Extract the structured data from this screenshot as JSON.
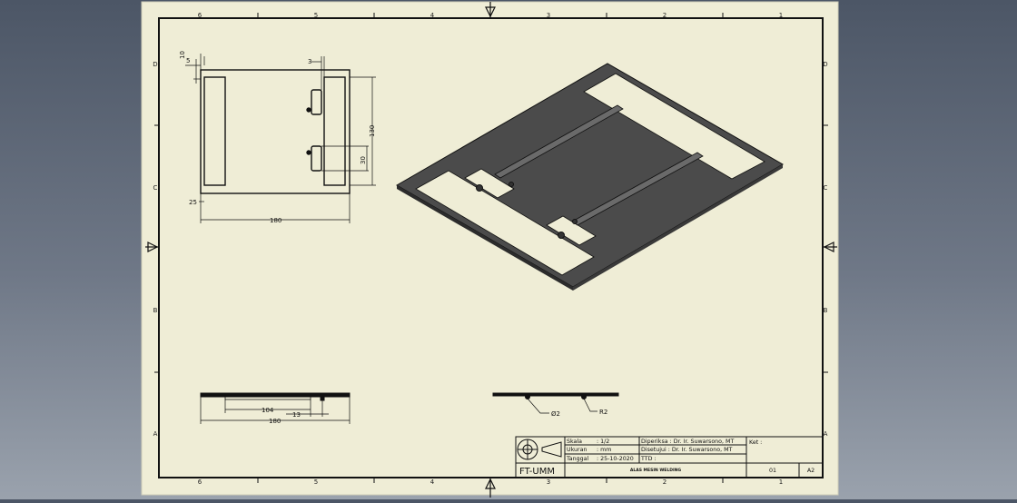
{
  "sheet": {
    "zones_top": [
      "6",
      "5",
      "4",
      "3",
      "2",
      "1"
    ],
    "zones_bottom": [
      "6",
      "5",
      "4",
      "3",
      "2",
      "1"
    ],
    "rows_left": [
      "D",
      "C",
      "B",
      "A"
    ],
    "rows_right": [
      "D",
      "C",
      "B",
      "A"
    ]
  },
  "dims": {
    "d10": "10",
    "d5": "5",
    "d3": "3",
    "d130": "130",
    "d30": "30",
    "d25": "25",
    "d180_top": "180",
    "d104": "104",
    "d13": "13",
    "d180_bottom": "180",
    "dia2": "Ø2",
    "r2": "R2"
  },
  "title_block": {
    "scale_label": "Skala",
    "scale_value": ": 1/2",
    "unit_label": "Ukuran",
    "unit_value": ": mm",
    "date_label": "Tanggal",
    "date_value": ": 25-10-2020",
    "checked": "Diperiksa : Dr. Ir. Suwarsono, MT",
    "approved": "Disetujui  : Dr. Ir. Suwarsono, MT",
    "ttd": "TTD         :",
    "ket": "Ket :",
    "org": "FT-UMM",
    "drawing_title": "ALAS MESIN WELDING",
    "sheet_no": "01",
    "paper": "A2"
  },
  "colors": {
    "paper": "#efedd6",
    "line": "#111111",
    "part_dark": "#4b4b4b"
  }
}
